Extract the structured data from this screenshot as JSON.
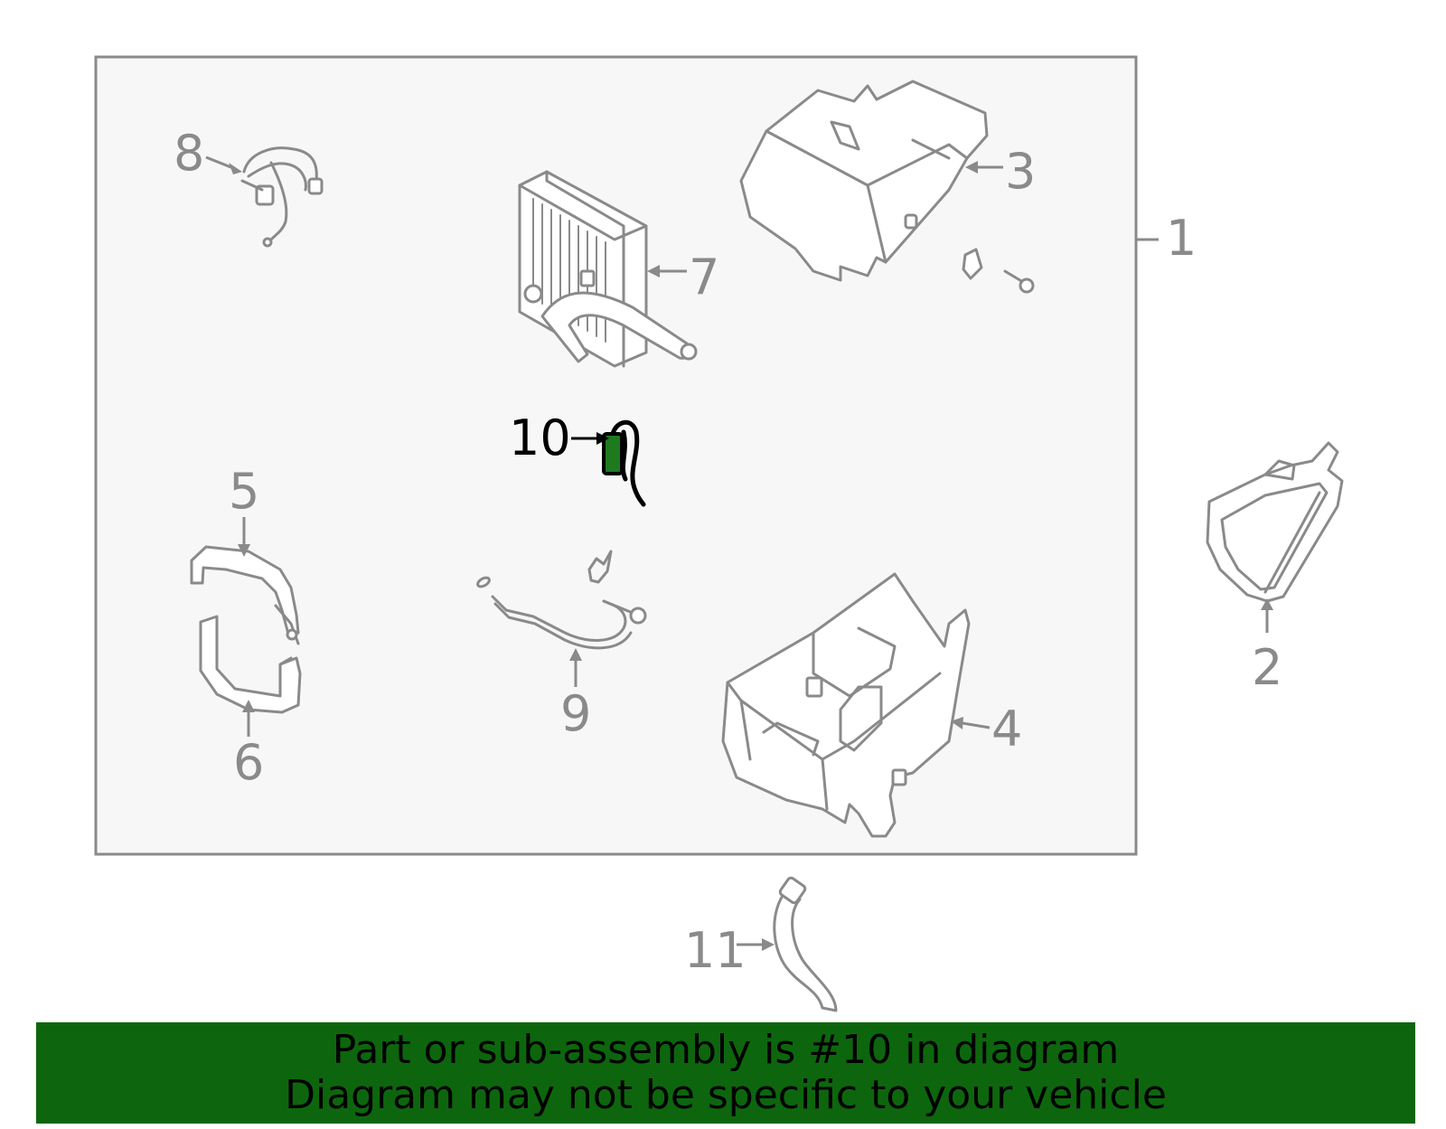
{
  "diagram": {
    "callouts": {
      "c1": "1",
      "c2": "2",
      "c3": "3",
      "c4": "4",
      "c5": "5",
      "c6": "6",
      "c7": "7",
      "c8": "8",
      "c9": "9",
      "c10": "10",
      "c11": "11"
    },
    "highlighted_part": "10",
    "colors": {
      "line": "#8a8a8a",
      "highlight_line": "#000000",
      "highlight_fill": "#1f7a1f",
      "panel": "#f7f7f7",
      "banner": "#0d660d"
    }
  },
  "banner": {
    "line1": "Part or sub-assembly is #10 in diagram",
    "line2": "Diagram may not be specific to your vehicle"
  }
}
